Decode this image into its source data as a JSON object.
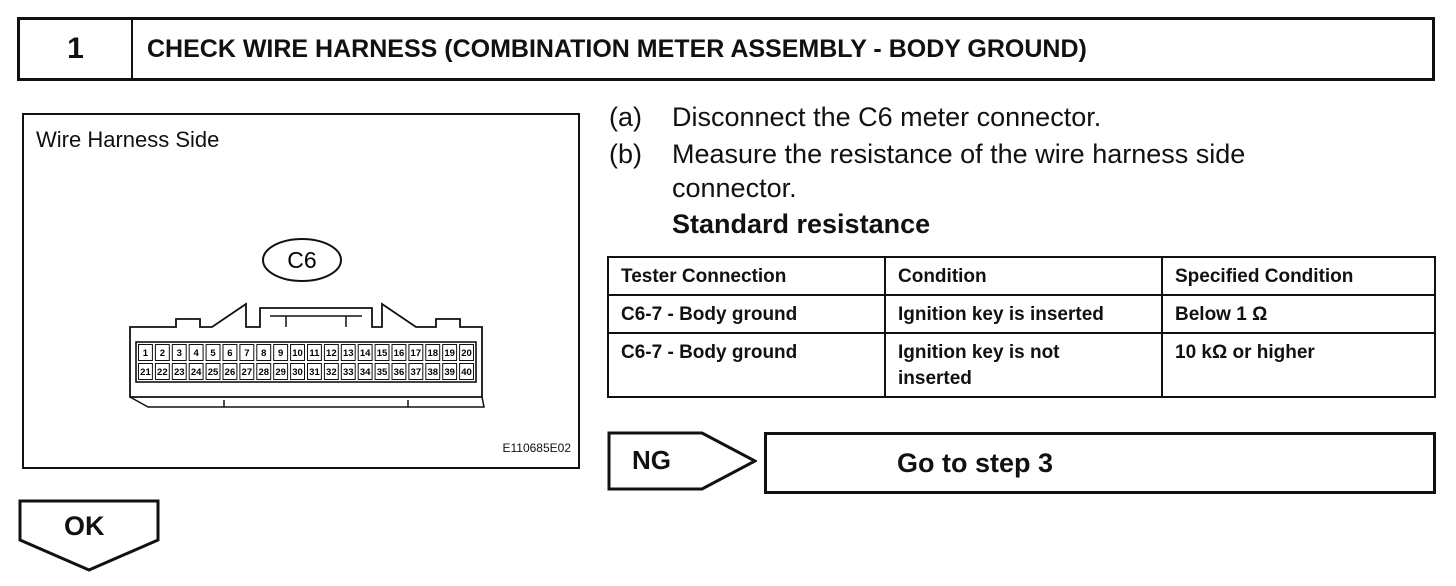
{
  "step": {
    "number": "1",
    "title": "CHECK WIRE HARNESS (COMBINATION METER ASSEMBLY - BODY GROUND)"
  },
  "figure": {
    "title": "Wire Harness Side",
    "connector_label": "C6",
    "pins_row1": [
      "1",
      "2",
      "3",
      "4",
      "5",
      "6",
      "7",
      "8",
      "9",
      "10",
      "11",
      "12",
      "13",
      "14",
      "15",
      "16",
      "17",
      "18",
      "19",
      "20"
    ],
    "pins_row2": [
      "21",
      "22",
      "23",
      "24",
      "25",
      "26",
      "27",
      "28",
      "29",
      "30",
      "31",
      "32",
      "33",
      "34",
      "35",
      "36",
      "37",
      "38",
      "39",
      "40"
    ],
    "code": "E110685E02"
  },
  "instructions": [
    {
      "marker": "(a)",
      "text": "Disconnect the C6 meter connector."
    },
    {
      "marker": "(b)",
      "text_line1": "Measure the resistance of the wire harness side",
      "text_line2": "connector."
    }
  ],
  "standard_label": "Standard resistance",
  "table": {
    "headers": [
      "Tester Connection",
      "Condition",
      "Specified Condition"
    ],
    "rows": [
      [
        "C6-7 - Body ground",
        "Ignition key is inserted",
        "Below 1 Ω"
      ],
      [
        "C6-7 - Body ground",
        "Ignition key is not inserted",
        "10 kΩ or higher"
      ]
    ]
  },
  "ng": {
    "label": "NG",
    "action": "Go to step 3"
  },
  "ok": {
    "label": "OK"
  }
}
